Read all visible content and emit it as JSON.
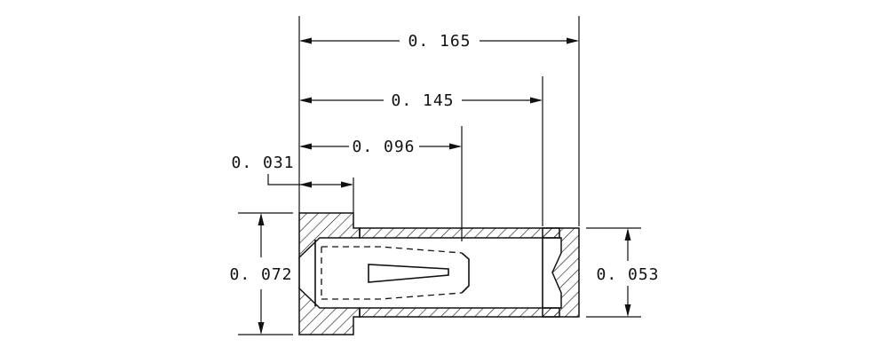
{
  "dimensions": {
    "overall_length": "0. 165",
    "barrel_length": "0. 145",
    "slot_length": "0. 096",
    "head_thickness": "0. 031",
    "head_diameter": "0. 072",
    "barrel_diameter": "0. 053"
  }
}
